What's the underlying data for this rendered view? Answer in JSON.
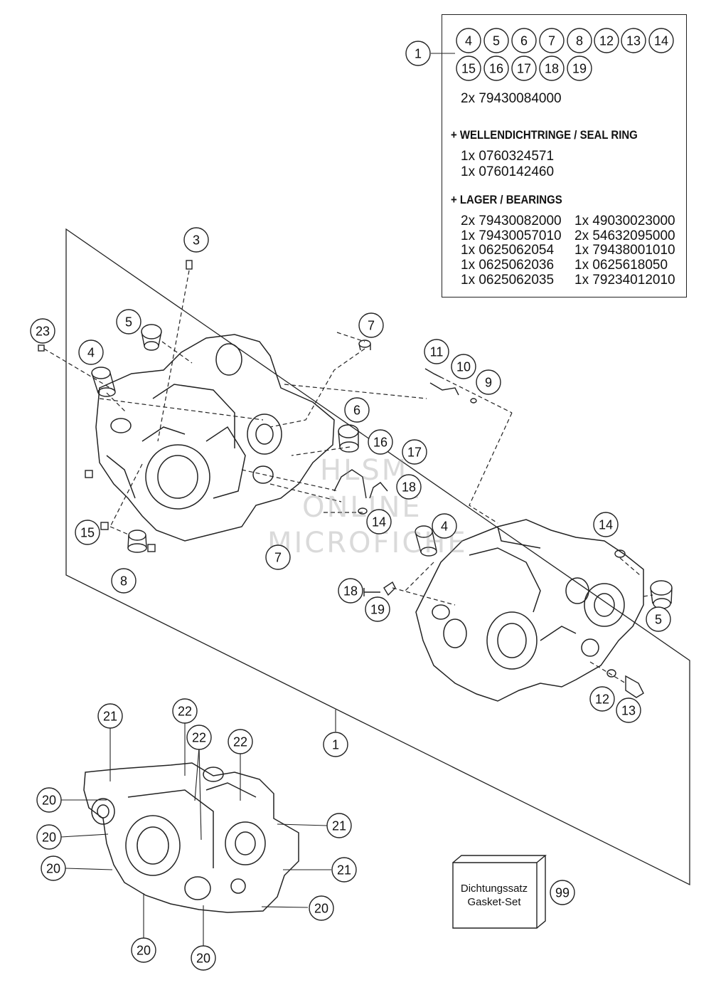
{
  "legend": {
    "part_ref": "1",
    "bubbles_row1": [
      "4",
      "5",
      "6",
      "7",
      "8",
      "12",
      "13",
      "14"
    ],
    "bubbles_row2": [
      "15",
      "16",
      "17",
      "18",
      "19"
    ],
    "line_2x": "2x 79430084000",
    "seal_heading": "+ WELLENDICHTRINGE /  SEAL RING",
    "seal_items": [
      "1x 0760324571",
      "1x 0760142460"
    ],
    "bearing_heading": "+ LAGER / BEARINGS",
    "bearing_col1": [
      "2x 79430082000",
      "1x 79430057010",
      "1x 0625062054",
      "1x 0625062036",
      "1x 0625062035"
    ],
    "bearing_col2": [
      "1x 49030023000",
      "2x 54632095000",
      "1x 79438001010",
      "1x 0625618050",
      "1x 79234012010"
    ]
  },
  "callouts": {
    "c3": "3",
    "c5a": "5",
    "c23": "23",
    "c4a": "4",
    "c7a": "7",
    "c11": "11",
    "c10": "10",
    "c9": "9",
    "c6": "6",
    "c16": "16",
    "c17": "17",
    "c18a": "18",
    "c15": "15",
    "c7b": "7",
    "c14a": "14",
    "c8": "8",
    "c4b": "4",
    "c14b": "14",
    "c18b": "18",
    "c19": "19",
    "c5b": "5",
    "c12": "12",
    "c13": "13",
    "c1": "1",
    "c21a": "21",
    "c22a": "22",
    "c22b": "22",
    "c22c": "22",
    "c20a": "20",
    "c20b": "20",
    "c20c": "20",
    "c21b": "21",
    "c21c": "21",
    "c20d": "20",
    "c20e": "20",
    "c20f": "20",
    "c99": "99"
  },
  "gasket": {
    "line1": "Dichtungssatz",
    "line2": "Gasket-Set"
  },
  "watermark": {
    "line1": "HLSM",
    "line2": "ONLINE",
    "line3": "MICROFICHE"
  }
}
